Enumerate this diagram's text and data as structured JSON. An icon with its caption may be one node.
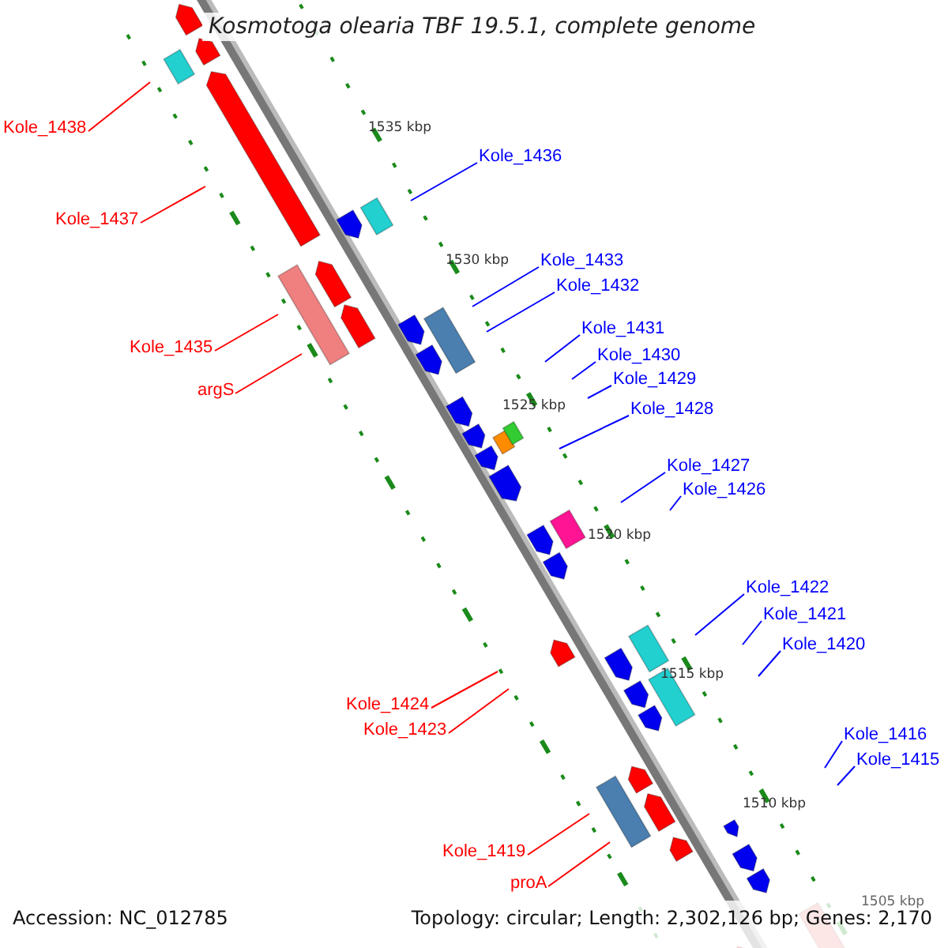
{
  "diagram": {
    "title": "Kosmotoga olearia TBF 19.5.1, complete genome",
    "nodes": [
      {
        "text": [
          "Kole_1438"
        ]
      },
      {
        "text": [
          "Kole_1436"
        ]
      },
      {
        "text": [
          "Kole_1437"
        ]
      },
      {
        "text": [
          "Kole_1433"
        ]
      },
      {
        "text": [
          "Kole_1432"
        ]
      },
      {
        "text": [
          "Kole_1431"
        ]
      },
      {
        "text": [
          "Kole_1435"
        ]
      },
      {
        "text": [
          "Kole_1430"
        ]
      },
      {
        "text": [
          "Kole_1429"
        ]
      },
      {
        "text": [
          "argS"
        ]
      },
      {
        "text": [
          "Kole_1428"
        ]
      },
      {
        "text": [
          "Kole_1427"
        ]
      },
      {
        "text": [
          "Kole_1426"
        ]
      },
      {
        "text": [
          "Kole_1422"
        ]
      },
      {
        "text": [
          "Kole_1421"
        ]
      },
      {
        "text": [
          "Kole_1420"
        ]
      },
      {
        "text": [
          "Kole_1424"
        ]
      },
      {
        "text": [
          "Kole_1423"
        ]
      },
      {
        "text": [
          "Kole_1416"
        ]
      },
      {
        "text": [
          "Kole_1415"
        ]
      },
      {
        "text": [
          "Kole_1419"
        ]
      },
      {
        "text": [
          "proA"
        ]
      }
    ],
    "edges": [
      {
        "from": 0,
        "to": null,
        "arrow": "none",
        "color": "#ff0000"
      },
      {
        "from": 1,
        "to": null,
        "arrow": "none"
      },
      {
        "from": 2,
        "to": null,
        "arrow": "none",
        "color": "#ff0000"
      },
      {
        "from": 3,
        "to": null,
        "arrow": "none"
      },
      {
        "from": 4,
        "to": null,
        "arrow": "none"
      },
      {
        "from": 5,
        "to": null,
        "arrow": "none"
      },
      {
        "from": 6,
        "to": null,
        "arrow": "none",
        "color": "#ff0000"
      },
      {
        "from": 7,
        "to": null,
        "arrow": "none"
      },
      {
        "from": 8,
        "to": null,
        "arrow": "none"
      },
      {
        "from": 9,
        "to": null,
        "arrow": "none",
        "color": "#ff0000"
      },
      {
        "from": 10,
        "to": null,
        "arrow": "none"
      },
      {
        "from": 11,
        "to": null,
        "arrow": "none"
      },
      {
        "from": 12,
        "to": null,
        "arrow": "none"
      },
      {
        "from": 13,
        "to": null,
        "arrow": "none"
      },
      {
        "from": 14,
        "to": null,
        "arrow": "none"
      },
      {
        "from": 15,
        "to": null,
        "arrow": "none"
      },
      {
        "from": 16,
        "to": null,
        "arrow": "none",
        "color": "#ff0000"
      },
      {
        "from": 17,
        "to": null,
        "arrow": "none",
        "color": "#ff0000"
      },
      {
        "from": 18,
        "to": null,
        "arrow": "none"
      },
      {
        "from": 19,
        "to": null,
        "arrow": "none"
      },
      {
        "from": 20,
        "to": null,
        "arrow": "none",
        "color": "#ff0000"
      },
      {
        "from": 21,
        "to": null,
        "arrow": "none",
        "color": "#ff0000"
      }
    ],
    "labels": [
      "1535 kbp",
      "1530 kbp",
      "1525 kbp",
      "1520 kbp",
      "1515 kbp",
      "1510 kbp",
      "1505 kbp",
      "Accession: NC_012785",
      "Topology: circular; Length: 2,302,126 bp; Genes: 2,170"
    ]
  }
}
